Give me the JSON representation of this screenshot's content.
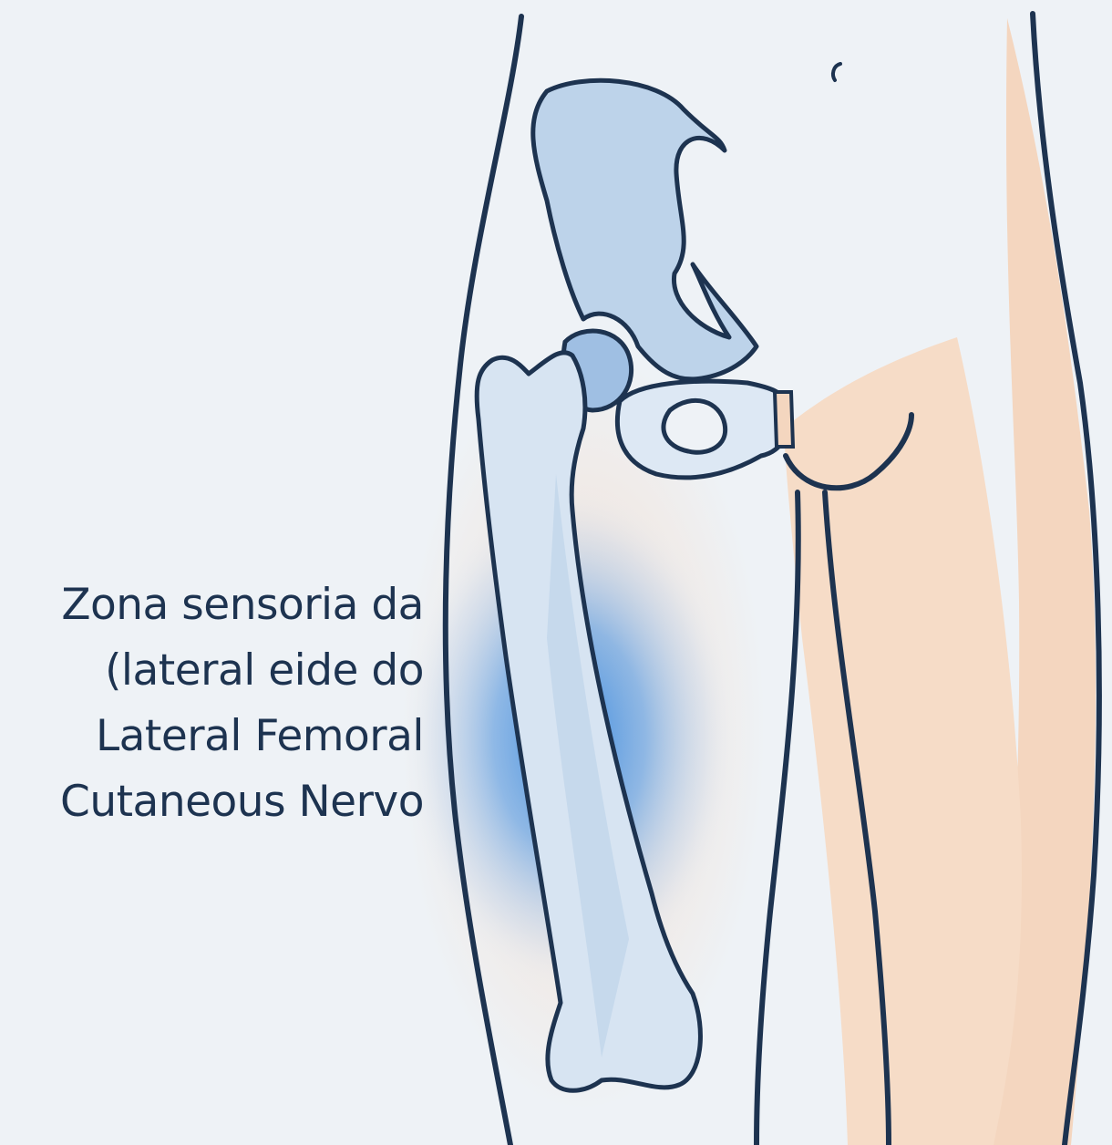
{
  "annotation": {
    "lines": [
      "Zona sensoria da",
      "(lateral eide do",
      "Lateral Femoral",
      "Cutaneous Nervo"
    ]
  },
  "colors": {
    "background": "#eef2f6",
    "outline": "#1d3350",
    "skin": "#f4d6bf",
    "bone": "#bdd3ea",
    "sensory_zone": "#2f86e4",
    "text": "#1d3350"
  }
}
